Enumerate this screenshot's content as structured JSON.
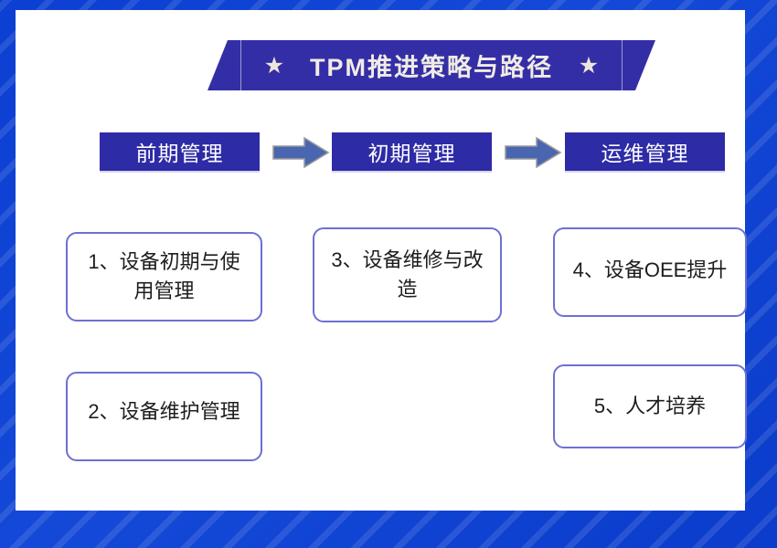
{
  "theme": {
    "frame_blue": "#1449d8",
    "banner_indigo": "#342ea6",
    "stage_bar_indigo": "#2e2ba6",
    "card_border": "#6c70d2",
    "star_cream": "#ece6dc",
    "arrow_fill": "#4a66b0",
    "arrow_stroke": "#9a9a9a",
    "text_dark": "#1d1d1d"
  },
  "title": {
    "text": "TPM推进策略与路径",
    "left_star": "★",
    "right_star": "★"
  },
  "stages": [
    {
      "label": "前期管理"
    },
    {
      "label": "初期管理"
    },
    {
      "label": "运维管理"
    }
  ],
  "arrows": [
    {
      "name": "arrow-stage-1-to-2"
    },
    {
      "name": "arrow-stage-2-to-3"
    }
  ],
  "cards": [
    {
      "text": "1、设备初期与使用管理",
      "stage": "前期管理"
    },
    {
      "text": "2、设备维护管理",
      "stage": "前期管理"
    },
    {
      "text": "3、设备维修与改造",
      "stage": "初期管理"
    },
    {
      "text": "4、设备OEE提升",
      "stage": "运维管理"
    },
    {
      "text": "5、人才培养",
      "stage": "运维管理"
    }
  ]
}
